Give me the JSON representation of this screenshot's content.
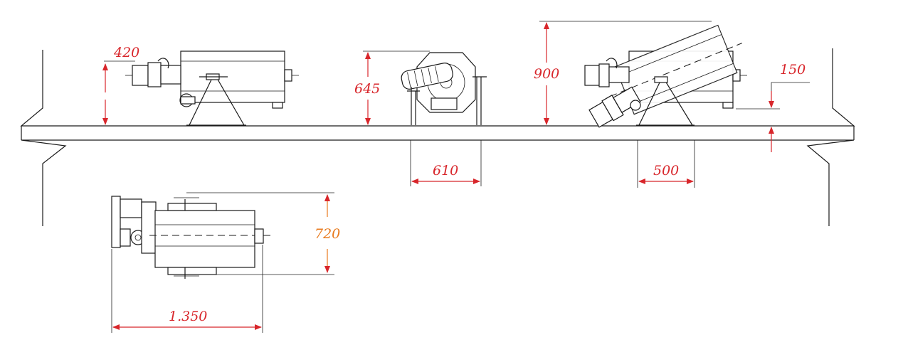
{
  "colors": {
    "line": "#1a1a1a",
    "arrow": "#d8262b",
    "dimension_text": "#d8262b",
    "dimension_text_top_view": "#e87a1d"
  },
  "dimensions": {
    "side_height": "420",
    "front_height": "645",
    "front_width": "610",
    "tilted_height": "900",
    "tilted_offset": "150",
    "tilted_base": "500",
    "top_width": "720",
    "top_length": "1.350"
  }
}
